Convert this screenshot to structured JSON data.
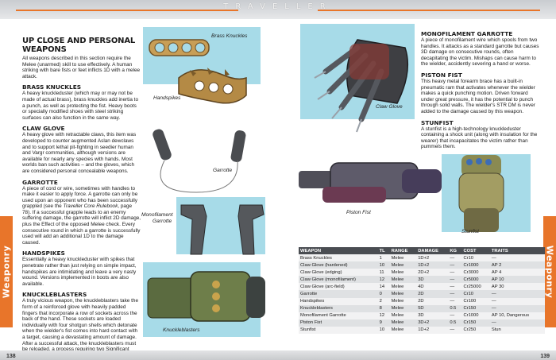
{
  "header": {
    "title": "TRAVELLER"
  },
  "footer": {
    "page_left": "138",
    "page_right": "139"
  },
  "side_tab": {
    "left_label": "Weaponry",
    "right_label": "Weaponry"
  },
  "left_column": {
    "title": "UP CLOSE AND PERSONAL WEAPONS",
    "intro": "All weapons described in this section require the Melee (unarmed) skill to use effectively. A human striking with bare fists or feet inflicts 1D with a melee attack.",
    "sections": [
      {
        "heading": "BRASS KNUCKLES",
        "body": "A heavy knuckleduster (which may or may not be made of actual brass), brass knuckles add inertia to a punch, as well as protecting the fist. Heavy boots or specially modified shoes with steel striking surfaces can also function in the same way."
      },
      {
        "heading": "CLAW GLOVE",
        "body": "A heavy glove with retractable claws, this item was developed to counter augmented Aslan dewclaws and to support lethal pit-fighting in seedier human and Vargr communities, although versions are available for nearly any species with hands. Most worlds ban such activities – and the gloves, which are considered personal concealable weapons."
      },
      {
        "heading": "GARROTTE",
        "body_parts": [
          "A piece of cord or wire, sometimes with handles to make it easier to apply force. A garrotte can only be used upon an opponent who has been successfully grappled (see the ",
          "Traveller Core Rulebook",
          ", page 78). If a successful grapple leads to an enemy suffering damage, the garrotte will inflict 2D damage, plus the Effect of the opposed Melee check. Every consecutive round in which a garrotte is successfully used will add an additional 1D to the damage caused."
        ]
      },
      {
        "heading": "HANDSPIKES",
        "body": "Essentially a heavy knuckleduster with spikes that penetrate rather than just relying on simple impact, handspikes are intimidating and leave a very nasty wound. Versions implemented in boots are also available."
      },
      {
        "heading": "KNUCKLEBLASTERS",
        "body": "A truly vicious weapon, the knuckleblasters take the form of a reinforced glove with heavily padded fingers that incorporate a row of sockets across the back of the hand. These sockets are loaded individually with four shotgun shells which detonate when the wielder's fist comes into hard contact with a target, causing a devastating amount of damage. After a successful attack, the knuckleblasters must be reloaded, a process requiring two Significant Actions."
      }
    ]
  },
  "right_column": {
    "sections": [
      {
        "heading": "MONOFILAMENT GARROTTE",
        "body": "A piece of monofilament wire which spools from two handles. It attacks as a standard garrotte but causes 3D damage on consecutive rounds, often decapitating the victim. Mishaps can cause harm to the wielder, accidently severing a hand or worse."
      },
      {
        "heading": "PISTON FIST",
        "body": "This heavy metal forearm brace has a built-in pneumatic ram that activates whenever the wielder makes a quick punching motion. Driven forward under great pressure, it has the potential to punch through solid walls. The wielder's STR DM is never added to the damage caused by this weapon."
      },
      {
        "heading": "STUNFIST",
        "body": "A stunfist is a high-technology knuckleduster containing a shock unit (along with insulation for the wearer) that incapacitates the victim rather than pummels them."
      }
    ]
  },
  "image_labels": {
    "brass_knuckles": "Brass Knuckles",
    "handspikes": "Handspikes",
    "garrotte": "Garrotte",
    "mono_garrotte_line1": "Monofilament",
    "mono_garrotte_line2": "Garrotte",
    "knuckleblasters": "Knuckleblasters",
    "claw_glove": "Claw Glove",
    "piston_fist": "Piston Fist",
    "stunfist": "Stunfist"
  },
  "weapons_table": {
    "headers": [
      "WEAPON",
      "TL",
      "RANGE",
      "DAMAGE",
      "KG",
      "COST",
      "TRAITS"
    ],
    "rows": [
      [
        "Brass Knuckles",
        "1",
        "Melee",
        "1D+2",
        "—",
        "Cr10",
        "—"
      ],
      [
        "Claw Glove (hardened)",
        "10",
        "Melee",
        "1D+2",
        "—",
        "Cr1000",
        "AP 2"
      ],
      [
        "Claw Glove (edging)",
        "11",
        "Melee",
        "2D+2",
        "—",
        "Cr3000",
        "AP 4"
      ],
      [
        "Claw Glove (monofilament)",
        "12",
        "Melee",
        "3D",
        "—",
        "Cr5000",
        "AP 10"
      ],
      [
        "Claw Glove (arc-field)",
        "14",
        "Melee",
        "4D",
        "—",
        "Cr25000",
        "AP 30"
      ],
      [
        "Garrotte",
        "0",
        "Melee",
        "2D",
        "—",
        "Cr10",
        "—"
      ],
      [
        "Handspikes",
        "2",
        "Melee",
        "2D",
        "—",
        "Cr100",
        "—"
      ],
      [
        "Knuckleblasters",
        "8",
        "Melee",
        "5D",
        "0.5",
        "Cr150",
        "—"
      ],
      [
        "Monofilament Garrotte",
        "12",
        "Melee",
        "3D",
        "—",
        "Cr1000",
        "AP 10, Dangerous"
      ],
      [
        "Piston Fist",
        "9",
        "Melee",
        "3D+2",
        "0.5",
        "Cr150",
        "—"
      ],
      [
        "Stunfist",
        "10",
        "Melee",
        "1D+2",
        "—",
        "Cr250",
        "Stun"
      ]
    ]
  },
  "colors": {
    "accent": "#e8752a",
    "picture_frame": "#a7dbe8",
    "table_header": "#4a4d52"
  }
}
